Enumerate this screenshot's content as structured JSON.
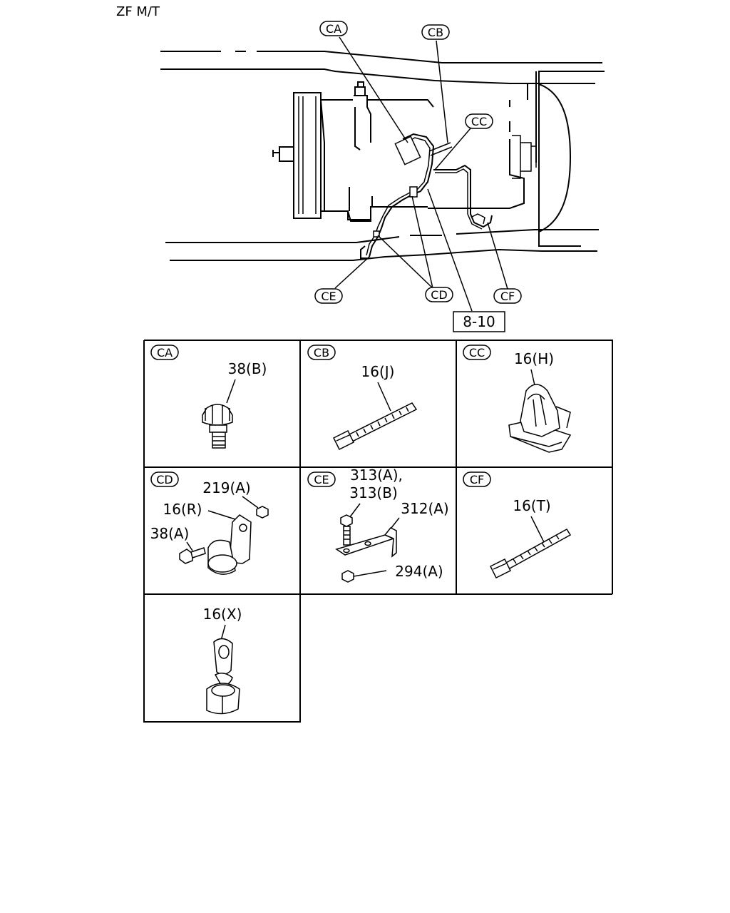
{
  "header": {
    "title": "ZF M/T"
  },
  "overview": {
    "callouts": [
      "CA",
      "CB",
      "CC",
      "CD",
      "CE",
      "CF"
    ],
    "reference_box": "8-10"
  },
  "panels": [
    {
      "id": "CA",
      "labels": [
        "38(B)"
      ]
    },
    {
      "id": "CB",
      "labels": [
        "16(J)"
      ]
    },
    {
      "id": "CC",
      "labels": [
        "16(H)"
      ]
    },
    {
      "id": "CD",
      "labels": [
        "219(A)",
        "16(R)",
        "38(A)"
      ]
    },
    {
      "id": "CE",
      "labels": [
        "313(A),",
        "313(B)",
        "312(A)",
        "294(A)"
      ]
    },
    {
      "id": "CF",
      "labels": [
        "16(T)"
      ]
    },
    {
      "id": "",
      "labels": [
        "16(X)"
      ]
    }
  ]
}
